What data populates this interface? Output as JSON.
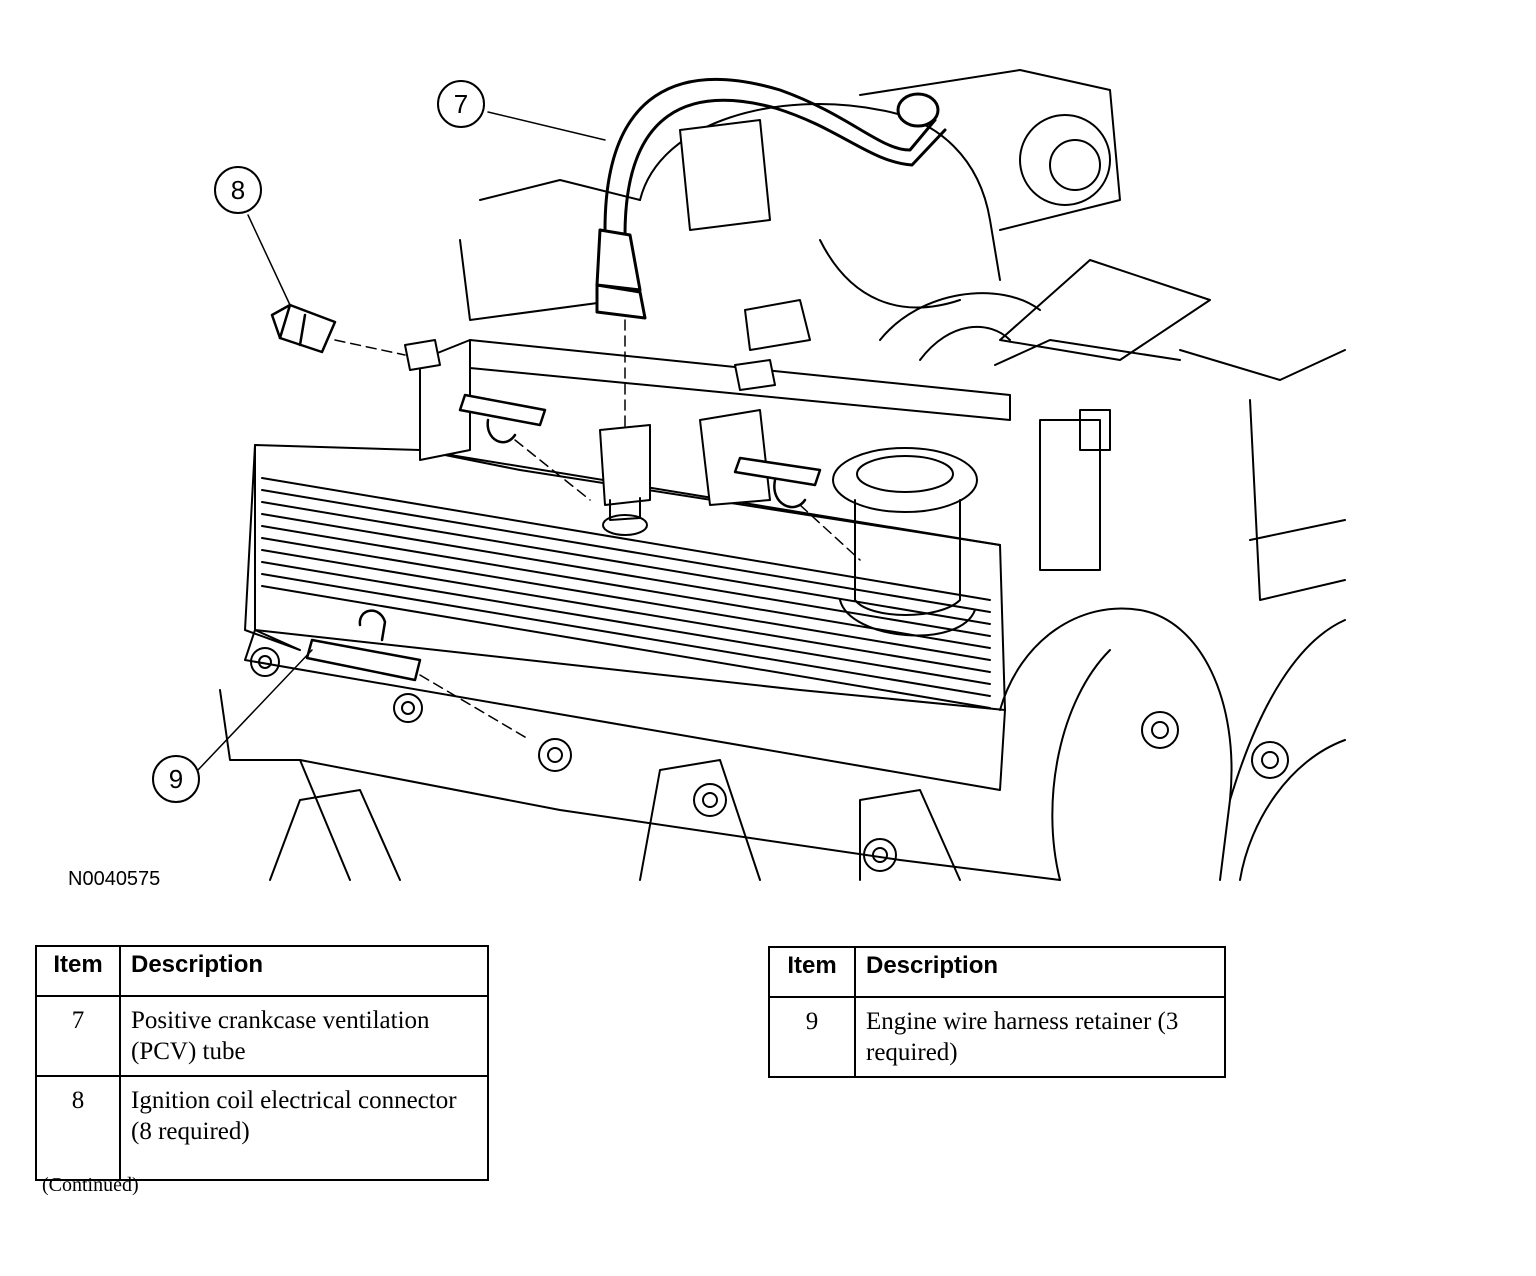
{
  "figure": {
    "id": "N0040575",
    "callouts": [
      "7",
      "8",
      "9"
    ]
  },
  "tables": [
    {
      "headers": {
        "item": "Item",
        "description": "Description"
      },
      "rows": [
        {
          "item": "7",
          "description": "Positive crankcase ventilation (PCV) tube"
        },
        {
          "item": "8",
          "description": "Ignition coil electrical connector (8 required)"
        }
      ]
    },
    {
      "headers": {
        "item": "Item",
        "description": "Description"
      },
      "rows": [
        {
          "item": "9",
          "description": "Engine wire harness retainer (3 required)"
        }
      ]
    }
  ],
  "footer": {
    "continued": "(Continued)"
  }
}
